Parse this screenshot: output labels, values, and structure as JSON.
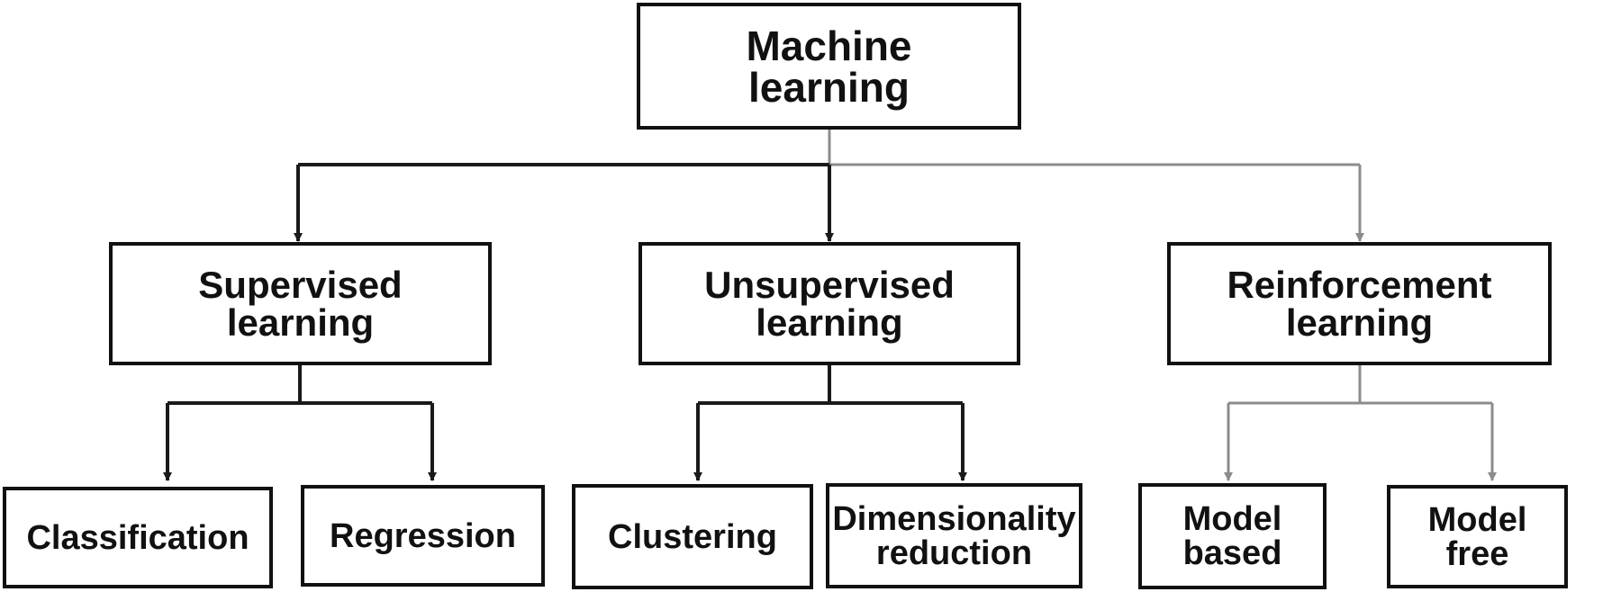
{
  "diagram": {
    "root": {
      "line1": "Machine",
      "line2": "learning"
    },
    "categories": [
      {
        "line1": "Supervised",
        "line2": "learning",
        "children": [
          {
            "line1": "Classification"
          },
          {
            "line1": "Regression"
          }
        ]
      },
      {
        "line1": "Unsupervised",
        "line2": "learning",
        "children": [
          {
            "line1": "Clustering"
          },
          {
            "line1": "Dimensionality",
            "line2": "reduction"
          }
        ]
      },
      {
        "line1": "Reinforcement",
        "line2": "learning",
        "children": [
          {
            "line1": "Model",
            "line2": "based"
          },
          {
            "line1": "Model",
            "line2": "free"
          }
        ]
      }
    ]
  },
  "colors": {
    "box_border": "#111111",
    "edge_dark": "#1a1a1a",
    "edge_grey": "#8c8c8c"
  }
}
